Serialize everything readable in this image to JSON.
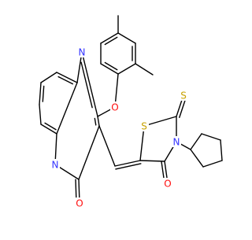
{
  "colors": {
    "bond": "#000000",
    "nitrogen": "#3333ff",
    "oxygen": "#ff0d0d",
    "sulfur": "#c8a200",
    "background": "#ffffff"
  },
  "atoms": {
    "pyrimidine_n": "N",
    "ring_junction_n": "N",
    "thiazolidine_n": "N",
    "ether_o": "O",
    "pyrimidinone_o": "O",
    "thiazolidinone_o": "O",
    "ring_s": "S",
    "thione_s": "S"
  }
}
